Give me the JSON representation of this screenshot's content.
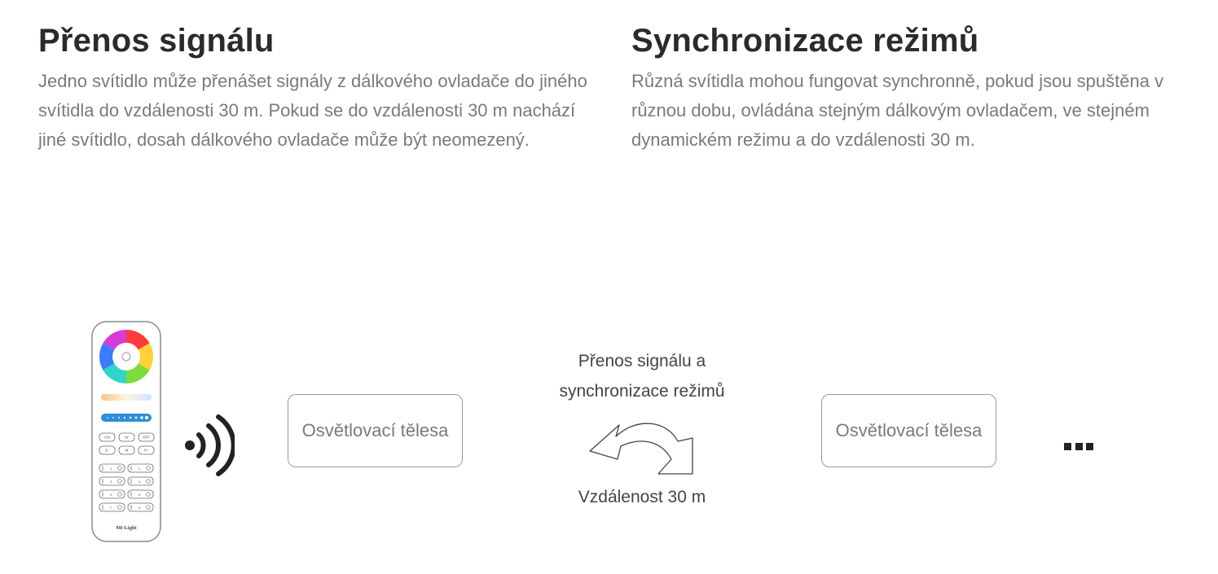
{
  "left": {
    "title": "Přenos signálu",
    "text": "Jedno svítidlo může přenášet signály z dálkového ovladače do jiného svítidla do vzdálenosti 30 m. Pokud se do vzdálenosti 30 m nachází jiné svítidlo, dosah dálkového ovladače může být neomezený."
  },
  "right": {
    "title": "Synchronizace režimů",
    "text": "Různá svítidla mohou fungovat synchronně, pokud jsou spuštěna v různou dobu, ovládána stejným dálkovým ovladačem, ve stejném dynamickém režimu a do vzdálenosti 30 m."
  },
  "diagram": {
    "box_label_1": "Osvětlovací tělesa",
    "box_label_2": "Osvětlovací tělesa",
    "middle_title_line1": "Přenos signálu a",
    "middle_title_line2": "synchronizace režimů",
    "distance": "Vzdálenost 30 m",
    "remote_brand": "Mi·Light",
    "remote_buttons": [
      "ON",
      "W",
      "OFF",
      "S-",
      "M",
      "S+"
    ],
    "zone_numbers": [
      "1",
      "2",
      "3",
      "4",
      "5",
      "6",
      "7",
      "8"
    ]
  },
  "icons": [
    "remote-control-icon",
    "wireless-signal-icon",
    "curved-arrow-icon",
    "ellipsis-icon"
  ]
}
